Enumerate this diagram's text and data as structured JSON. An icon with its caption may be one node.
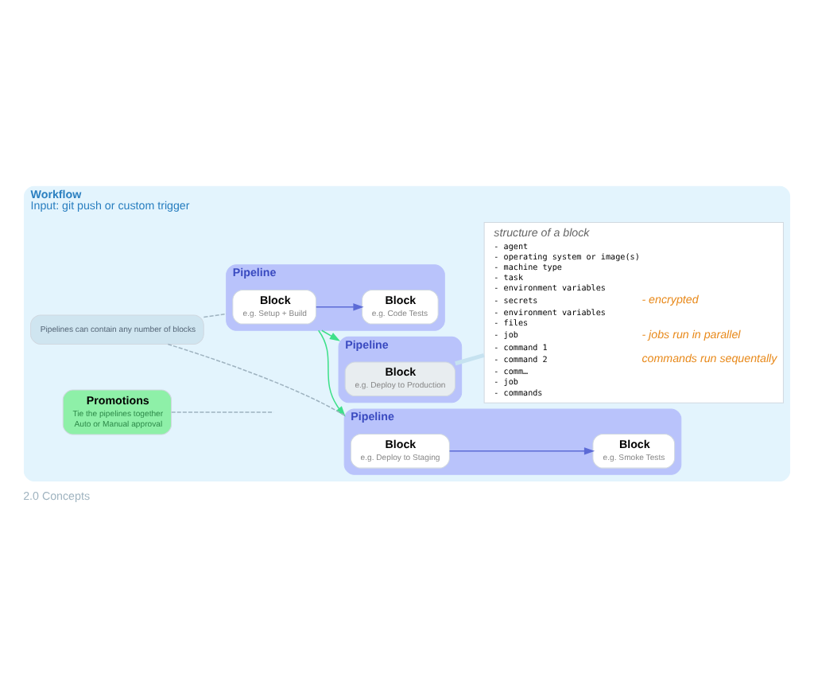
{
  "diagram": {
    "caption": "2.0 Concepts",
    "nodes": [
      {
        "text": [
          "Workflow",
          "Input: git push or custom trigger"
        ]
      },
      {
        "text": [
          "Pipeline"
        ],
        "in": 0
      },
      {
        "text": [
          "Block",
          "e.g. Setup + Build"
        ],
        "in": 1
      },
      {
        "text": [
          "Block",
          "e.g. Code Tests"
        ],
        "in": 1
      },
      {
        "text": [
          "Pipeline"
        ],
        "in": 0
      },
      {
        "text": [
          "Block",
          "e.g. Deploy to Staging"
        ],
        "in": 4
      },
      {
        "text": [
          "Block",
          "e.g. Smoke Tests"
        ],
        "in": 4
      },
      {
        "text": [
          "Pipelines can contain any number of blocks"
        ],
        "in": 0
      },
      {
        "text": [
          "Promotions",
          "Tie the pipelines together",
          "Auto or Manual approval"
        ],
        "in": 0
      },
      {
        "text": [
          "Pipeline"
        ],
        "in": 0
      },
      {
        "text": [
          "Block",
          "e.g. Deploy to Production"
        ],
        "in": 9
      },
      {
        "text": [
          "structure of a block",
          "- agent",
          "- operating system or image(s)",
          "- machine type",
          "- task",
          "- environment variables",
          "- secrets",
          "- encrypted",
          "- environment variables",
          "- files",
          "- job",
          "- jobs run in parallel",
          "- command 1",
          "- command 2",
          "commands run sequentally",
          "- comm…",
          "- job",
          "- commands"
        ],
        "in": 0
      }
    ],
    "edges": [
      {
        "from": 2,
        "to": 3,
        "arrow": "to",
        "color": "#5c6bd6"
      },
      {
        "from": 1,
        "to": 4,
        "arrow": "to",
        "color": "#3ee08a"
      },
      {
        "from": 5,
        "to": 6,
        "arrow": "to",
        "color": "#5c6bd6"
      },
      {
        "from": 1,
        "to": 9,
        "arrow": "to",
        "color": "#3ee08a"
      },
      {
        "from": 7,
        "to": 1,
        "arrow": "none",
        "style": "dashed",
        "color": "#9fb3c0"
      },
      {
        "from": 7,
        "to": 4,
        "arrow": "none",
        "style": "dashed",
        "color": "#9fb3c0"
      },
      {
        "from": 8,
        "to": null,
        "arrow": "none",
        "style": "dashed",
        "color": "#9fb3c0"
      },
      {
        "from": 10,
        "to": 11,
        "arrow": "none",
        "style": "thick",
        "color": "#c6e2f0"
      }
    ]
  }
}
